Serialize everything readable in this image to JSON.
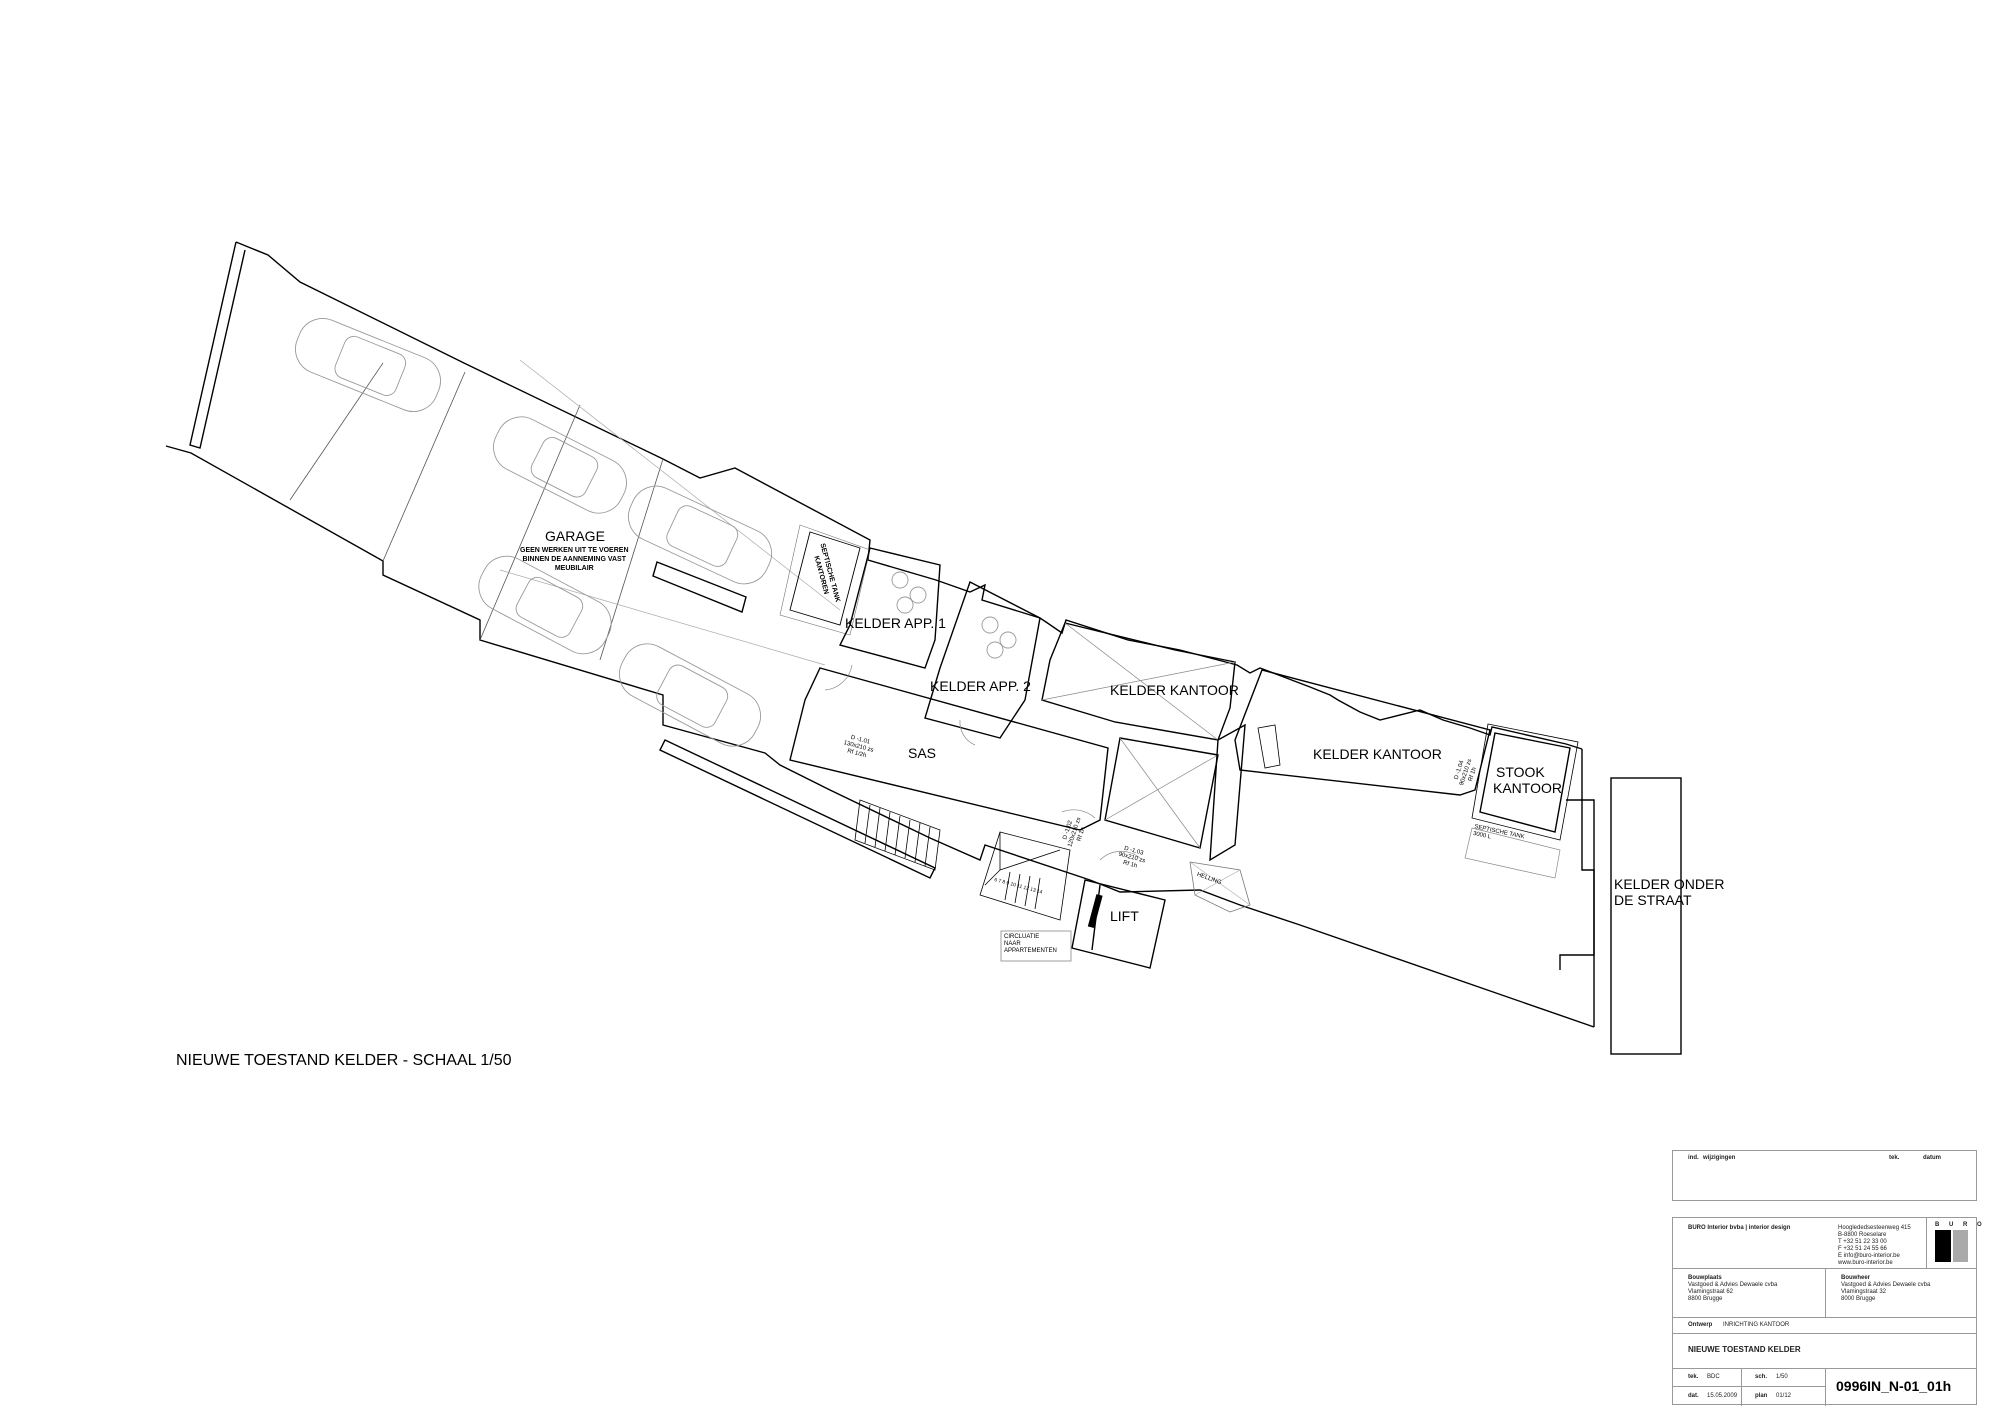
{
  "drawing": {
    "title": "NIEUWE TOESTAND KELDER - SCHAAL 1/50",
    "rooms": {
      "garage": "GARAGE",
      "garage_note": [
        "GEEN WERKEN UIT TE VOEREN",
        "BINNEN DE AANNEMING VAST",
        "MEUBILAIR"
      ],
      "septic_tank_offices": [
        "SEPTISCHE TANK",
        "KANTOREN"
      ],
      "kelder_app1": "KELDER APP. 1",
      "kelder_app2": "KELDER APP. 2",
      "kelder_kantoor_1": "KELDER KANTOOR",
      "kelder_kantoor_2": "KELDER KANTOOR",
      "sas": "SAS",
      "stook_kantoor": [
        "STOOK",
        "KANTOOR"
      ],
      "septic_tank": [
        "SEPTISCHE TANK",
        "3000 L"
      ],
      "kelder_onder_straat": [
        "KELDER ONDER",
        "DE STRAAT"
      ],
      "lift": "LIFT",
      "helling": "HELLING",
      "circulatie": [
        "CIRCLUATIE",
        "NAAR",
        "APPARTEMENTEN"
      ]
    },
    "doors": [
      {
        "id": "D -1.01",
        "size": "130x210 zs",
        "rf": "Rf 1/2h"
      },
      {
        "id": "D -1.02",
        "size": "120x210 zs",
        "rf": "Rf 1h"
      },
      {
        "id": "D -1.03",
        "size": "90x210 zs",
        "rf": "Rf 1h"
      },
      {
        "id": "D -1.04",
        "size": "90x210 zs",
        "rf": "Rf 1h"
      }
    ],
    "stair_numbers": [
      "6",
      "7",
      "8",
      "9",
      "10",
      "11",
      "12",
      "13",
      "14"
    ]
  },
  "title_block": {
    "revisions": {
      "ind": "ind.",
      "wijzigingen": "wijzigingen",
      "tek": "tek.",
      "datum": "datum"
    },
    "company": "BURO Interior bvba  |  interior design",
    "address": [
      "Hooglededsesteenweg 415",
      "B-8800 Roeselare",
      "T  +32 51 22 33 00",
      "F  +32 51 24 55 66",
      "E  info@buro-interior.be",
      "    www.buro-interior.be"
    ],
    "logo_letters": [
      "B",
      "U",
      "R",
      "O"
    ],
    "bouwplaats": {
      "label": "Bouwplaats",
      "lines": [
        "Vastgoed & Advies Dewaele cvba",
        "Vlamingstraat 62",
        "8800 Brugge"
      ]
    },
    "bouwheer": {
      "label": "Bouwheer",
      "lines": [
        "Vastgoed & Advies Dewaele cvba",
        "Vlamingstraat 32",
        "8000 Brugge"
      ]
    },
    "ontwerp": {
      "label": "Ontwerp",
      "value": "INRICHTING KANTOOR"
    },
    "plan_title": "NIEUWE TOESTAND KELDER",
    "tek": {
      "label": "tek.",
      "value": "BDC"
    },
    "sch": {
      "label": "sch.",
      "value": "1/50"
    },
    "dat": {
      "label": "dat.",
      "value": "15.05.2009"
    },
    "plan": {
      "label": "plan",
      "value": "01/12"
    },
    "drawing_number": "0996IN_N-01_01h"
  }
}
